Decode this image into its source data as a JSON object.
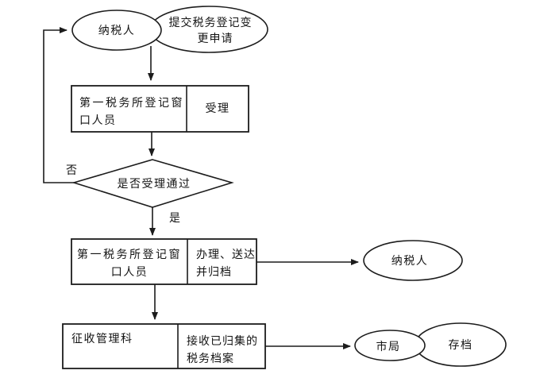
{
  "canvas": {
    "background": "#ffffff",
    "line_color": "#1c1c1c",
    "text_color": "#141414"
  },
  "nodes": {
    "taxpayer_start": {
      "label": "纳税人"
    },
    "submit_request": {
      "line1": "提交税务登记变",
      "line2": "更申请"
    },
    "accept_step": {
      "actor_line1": "第一税务所登记窗",
      "actor_line2": "口人员",
      "action": "受理"
    },
    "decision": {
      "label": "是否受理通过"
    },
    "process_step": {
      "actor_line1": "第一税务所登记窗",
      "actor_line2": "口人员",
      "action_line1": "办理、送达",
      "action_line2": "并归档"
    },
    "taxpayer_result": {
      "label": "纳税人"
    },
    "archive_step": {
      "actor": "征收管理科",
      "action_line1": "接收已归集的",
      "action_line2": "税务档案"
    },
    "city_bureau": {
      "label": "市局"
    },
    "archive": {
      "label": "存档"
    }
  },
  "edges": {
    "no_label": "否",
    "yes_label": "是"
  }
}
